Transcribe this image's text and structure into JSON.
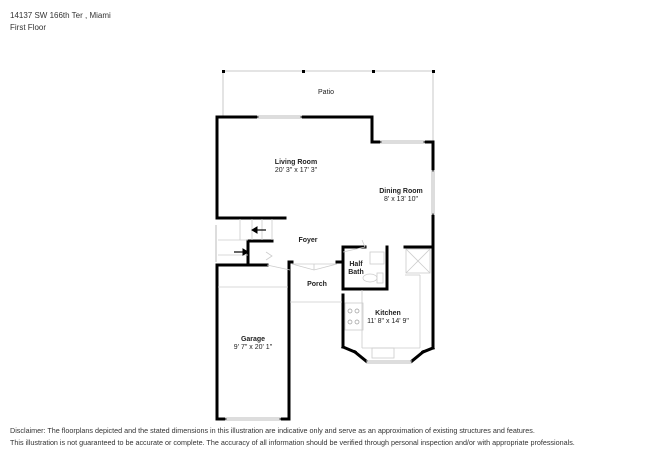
{
  "header": {
    "address": "14137 SW 166th Ter , Miami",
    "floor": "First Floor"
  },
  "rooms": [
    {
      "name": "Patio",
      "dimensions": ""
    },
    {
      "name": "Living Room",
      "dimensions": "20' 3\" x 17' 3\""
    },
    {
      "name": "Dining Room",
      "dimensions": "8' x 13' 10\""
    },
    {
      "name": "Foyer",
      "dimensions": ""
    },
    {
      "name": "Half",
      "name2": "Bath",
      "dimensions": ""
    },
    {
      "name": "Porch",
      "dimensions": ""
    },
    {
      "name": "Kitchen",
      "dimensions": "11' 8\" x 14' 9\""
    },
    {
      "name": "Garage",
      "dimensions": "9' 7\" x 20' 1\""
    }
  ],
  "colors": {
    "wall": "#000000",
    "thin_line": "#bbbbbb",
    "text": "#222222"
  },
  "disclaimer": {
    "line1": "Disclaimer: The floorplans depicted and the stated dimensions in this illustration are indicative only and serve as an approximation of existing structures and features.",
    "line2": "This illustration is not guaranteed to be accurate or complete. The accuracy of all information should be verified through personal inspection and/or with appropriate professionals."
  }
}
